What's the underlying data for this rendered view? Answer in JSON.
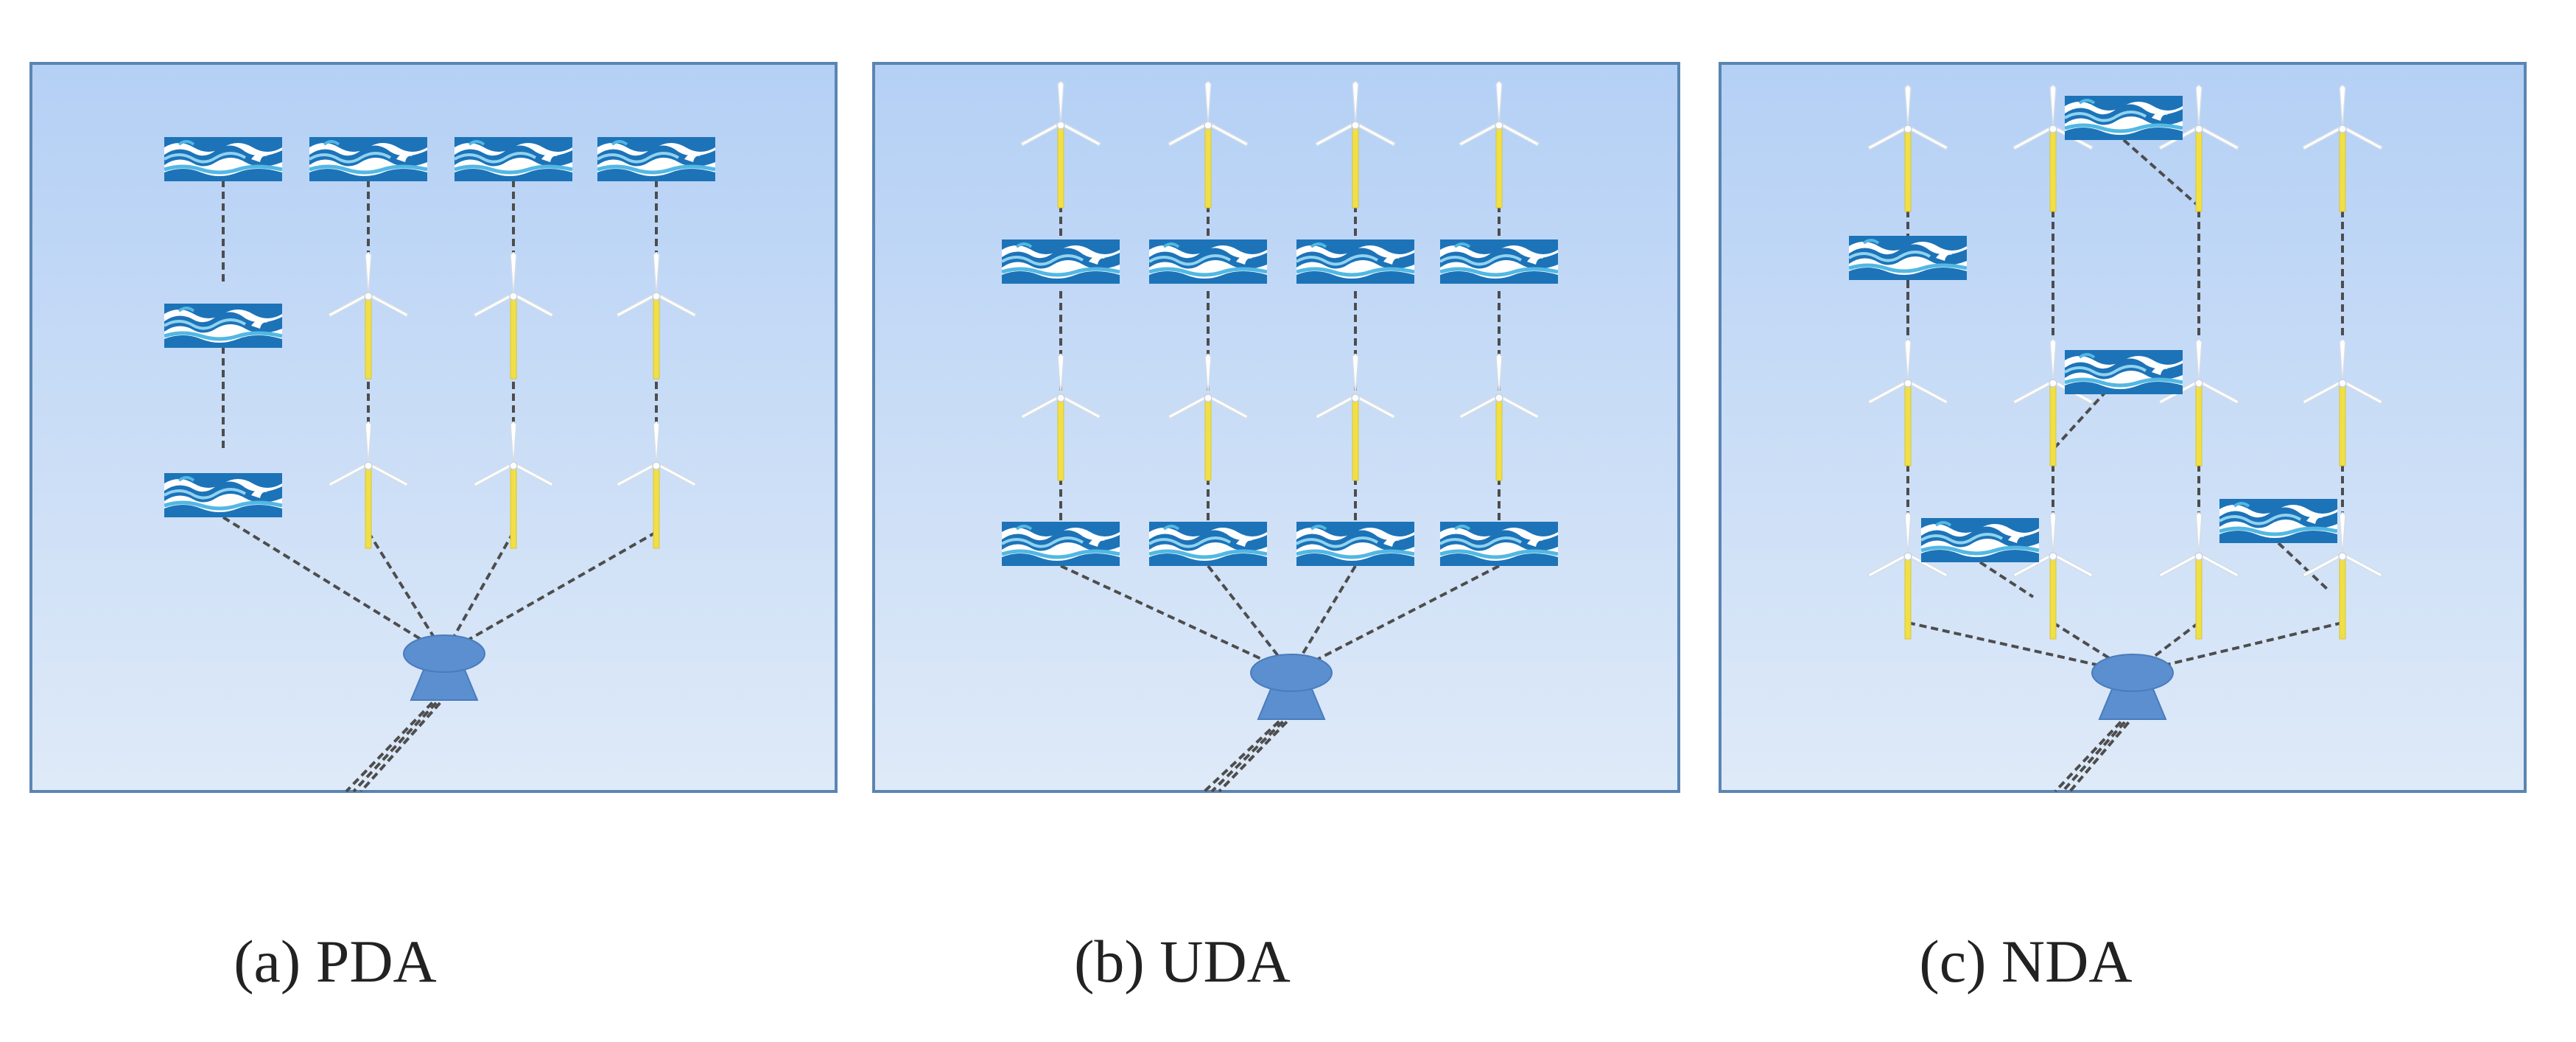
{
  "panels": [
    {
      "id": "a",
      "caption": "(a) PDA",
      "layout": [
        [
          "wave",
          "wave",
          "wave",
          "wave"
        ],
        [
          "wave",
          "turbine",
          "turbine",
          "turbine"
        ],
        [
          "wave",
          "turbine",
          "turbine",
          "turbine"
        ]
      ]
    },
    {
      "id": "b",
      "caption": "(b) UDA",
      "layout": [
        [
          "turbine",
          "turbine",
          "turbine",
          "turbine"
        ],
        [
          "wave",
          "wave",
          "wave",
          "wave"
        ],
        [
          "turbine",
          "turbine",
          "turbine",
          "turbine"
        ],
        [
          "wave",
          "wave",
          "wave",
          "wave"
        ]
      ]
    },
    {
      "id": "c",
      "caption": "(c) NDA",
      "layout": "irregular: 12 turbines in 4 columns plus 5 wave generators attached at non-uniform positions"
    }
  ],
  "legend_icons": {
    "wave": "wave-energy-converter-icon",
    "turbine": "wind-turbine-icon",
    "hub": "offshore-substation-icon"
  },
  "colors": {
    "panel_top": "#b4d0f5",
    "panel_bottom": "#dfeaf8",
    "panel_border": "#5a85b3",
    "hub": "#5b8fd0",
    "cable": "#4d4d4d",
    "wave_dark": "#1d73b8",
    "wave_light": "#52b8e3",
    "turbine_tower": "#f0df47",
    "turbine_blade": "#ffffff"
  }
}
